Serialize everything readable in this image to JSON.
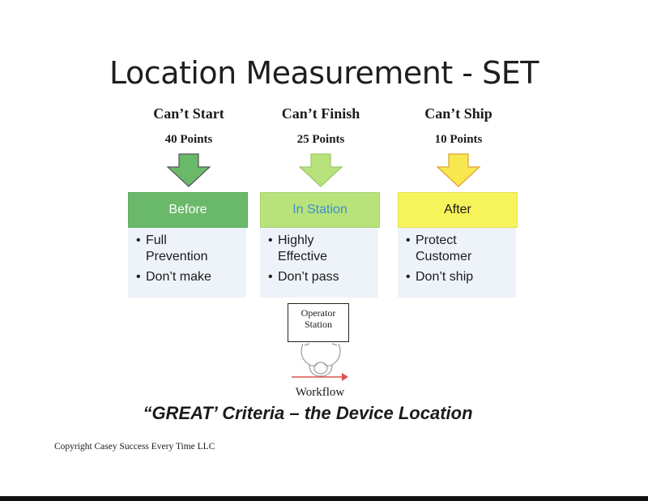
{
  "title": "Location Measurement - SET",
  "columns": [
    {
      "heading": "Can’t Start",
      "points": "40 Points",
      "box_label": "Before",
      "box_color": "#6ab96a",
      "box_text_color": "#ffffff",
      "arrow_color": "#6ab96a",
      "bullets": [
        [
          "Full",
          "Prevention"
        ],
        [
          "Don’t make"
        ]
      ]
    },
    {
      "heading": "Can’t Finish",
      "points": "25 Points",
      "box_label": "In Station",
      "box_color": "#b8e27a",
      "box_text_color": "#3d8fd0",
      "arrow_color": "#b8e27a",
      "bullets": [
        [
          "Highly",
          "Effective"
        ],
        [
          "Don’t pass"
        ]
      ]
    },
    {
      "heading": "Can’t Ship",
      "points": "10 Points",
      "box_label": "After",
      "box_color": "#f7f35a",
      "box_text_color": "#1a1a1a",
      "arrow_color": "#f6e84e",
      "bullets": [
        [
          "Protect",
          "Customer"
        ],
        [
          "Don’t ship"
        ]
      ]
    }
  ],
  "station": {
    "label_line1": "Operator",
    "label_line2": "Station"
  },
  "workflow_label": "Workflow",
  "criteria": "“GREAT’ Criteria – the Device Location",
  "copyright": "Copyright Casey Success Every Time LLC"
}
